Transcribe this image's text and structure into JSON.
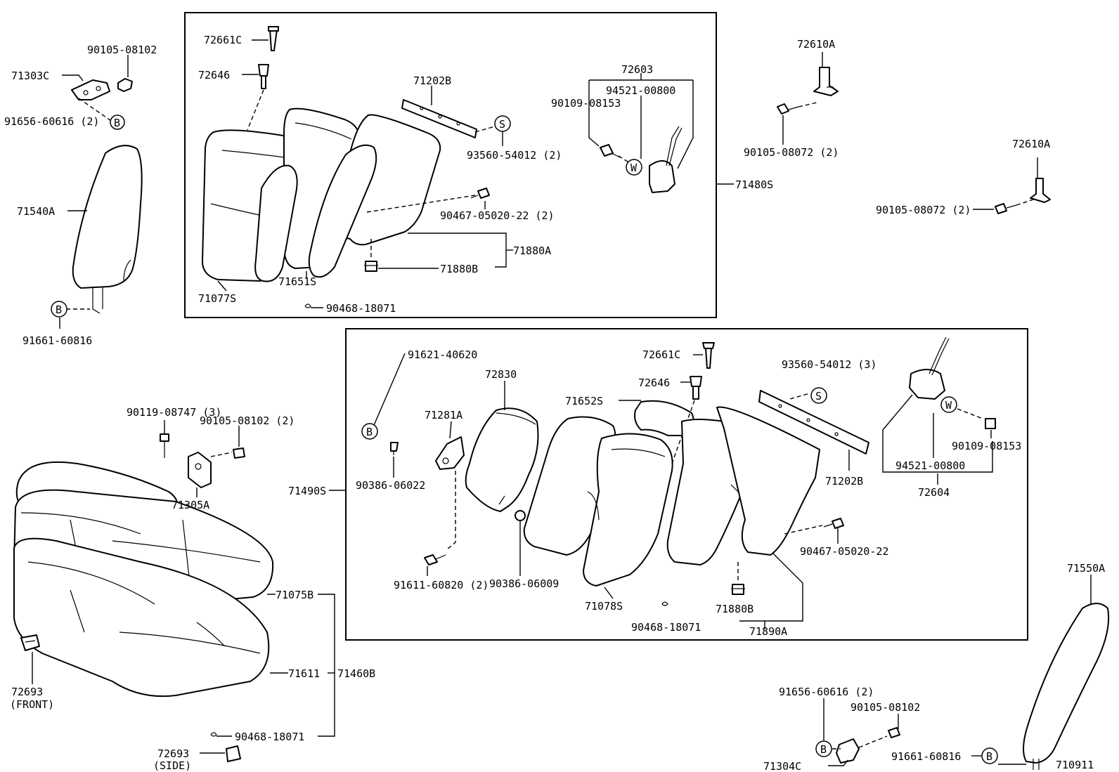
{
  "callouts": {
    "p90105_08102_a": "90105-08102",
    "p71303C": "71303C",
    "p91656_60616_a": "91656-60616 (2)",
    "p71540A": "71540A",
    "p91661_60816_a": "91661-60816",
    "p72661C_a": "72661C",
    "p72646_a": "72646",
    "p71202B_a": "71202B",
    "p93560_54012_a": "93560-54012 (2)",
    "p90467_05020_22_a": "90467-05020-22 (2)",
    "p71880A": "71880A",
    "p71880B_a": "71880B",
    "p71077S": "71077S",
    "p71651S": "71651S",
    "p90468_18071_a": "90468-18071",
    "p72603": "72603",
    "p94521_00800_a": "94521-00800",
    "p90109_08153_a": "90109-08153",
    "p71480S": "71480S",
    "p72610A_a": "72610A",
    "p90105_08072_a": "90105-08072 (2)",
    "p72610A_b": "72610A",
    "p90105_08072_b": "90105-08072 (2)",
    "p91621_40620": "91621-40620",
    "p72830": "72830",
    "p71281A": "71281A",
    "p90386_06022": "90386-06022",
    "p71490S": "71490S",
    "p91611_60820": "91611-60820 (2)",
    "p90386_06009": "90386-06009",
    "p72661C_b": "72661C",
    "p72646_b": "72646",
    "p71652S": "71652S",
    "p71078S": "71078S",
    "p90468_18071_b": "90468-18071",
    "p93560_54012_b": "93560-54012 (3)",
    "p71202B_b": "71202B",
    "p90467_05020_22_b": "90467-05020-22",
    "p71880B_b": "71880B",
    "p71890A": "71890A",
    "p90109_08153_b": "90109-08153",
    "p94521_00800_b": "94521-00800",
    "p72604": "72604",
    "p90119_08747": "90119-08747 (3)",
    "p90105_08102_b": "90105-08102 (2)",
    "p71305A": "71305A",
    "p71075B": "71075B",
    "p71611": "71611",
    "p71460B": "71460B",
    "p72693_front": "72693",
    "p72693_front_sub": "(FRONT)",
    "p90468_18071_c": "90468-18071",
    "p72693_side": "72693",
    "p72693_side_sub": "(SIDE)",
    "p71550A": "71550A",
    "p91656_60616_b": "91656-60616 (2)",
    "p90105_08102_c": "90105-08102",
    "p91661_60816_b": "91661-60816",
    "p71304C": "71304C",
    "p710911": "710911"
  },
  "markers": {
    "b": "B",
    "s": "S",
    "w": "W"
  }
}
